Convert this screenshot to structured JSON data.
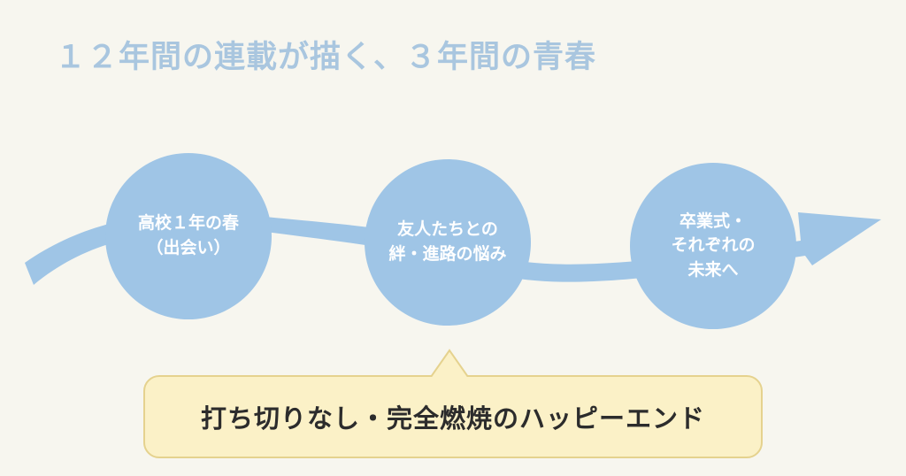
{
  "title": "１２年間の連載が描く、３年間の青春",
  "stages": [
    {
      "label": "高校１年の春\n（出会い）"
    },
    {
      "label": "友人たちとの\n絆・進路の悩み"
    },
    {
      "label": "卒業式・\nそれぞれの\n未来へ"
    }
  ],
  "callout": {
    "text": "打ち切りなし・完全燃焼のハッピーエンド"
  },
  "colors": {
    "accent": "#9fc5e6",
    "title": "#a9c6df",
    "callout_fill": "#fbf1c7",
    "callout_border": "#e5d28e",
    "background": "#f7f6ef"
  }
}
